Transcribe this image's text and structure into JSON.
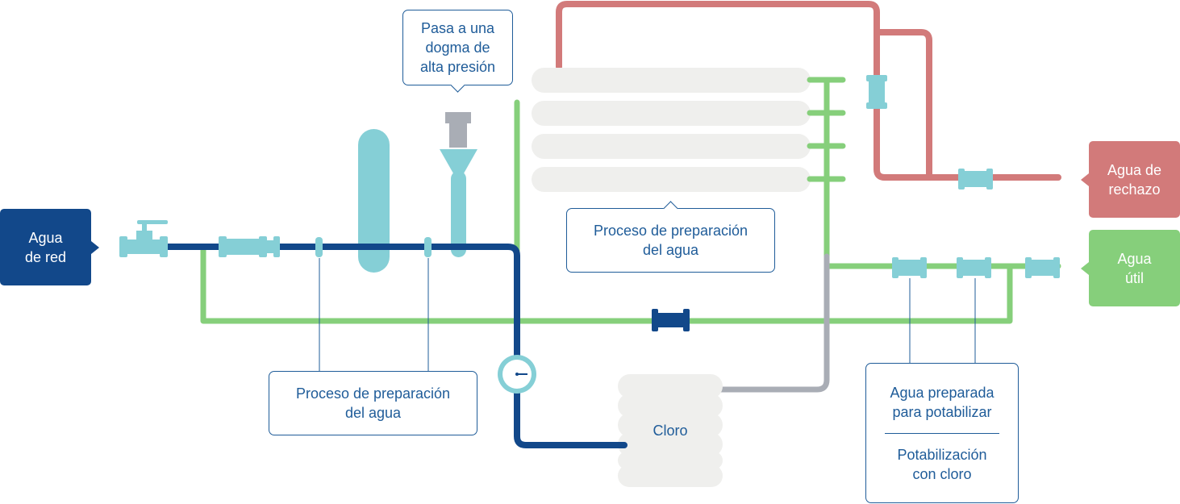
{
  "labels": {
    "dogma_callout": [
      "Pasa a una",
      "dogma de",
      "alta presión"
    ],
    "proceso_callout_top": [
      "Proceso de preparación",
      "del agua"
    ],
    "proceso_callout_bottom": [
      "Proceso de preparación",
      "del agua"
    ],
    "agua_de_red": [
      "Agua",
      "de red"
    ],
    "agua_de_rechazo": [
      "Agua de",
      "rechazo"
    ],
    "agua_util": [
      "Agua",
      "útil"
    ],
    "cloro": "Cloro",
    "agua_preparada": [
      "Agua preparada",
      "para potabilizar"
    ],
    "potabilizacion": [
      "Potabilización",
      "con cloro"
    ]
  },
  "colors": {
    "supply_pipe": "#12488a",
    "treated_pipe": "#86cf7b",
    "reject_pipe": "#d27a7a",
    "chlorine_pipe": "#a9adb5",
    "fitting": "#85cfd6",
    "membrane": "#efefed",
    "callout_border": "#1f5c99"
  }
}
